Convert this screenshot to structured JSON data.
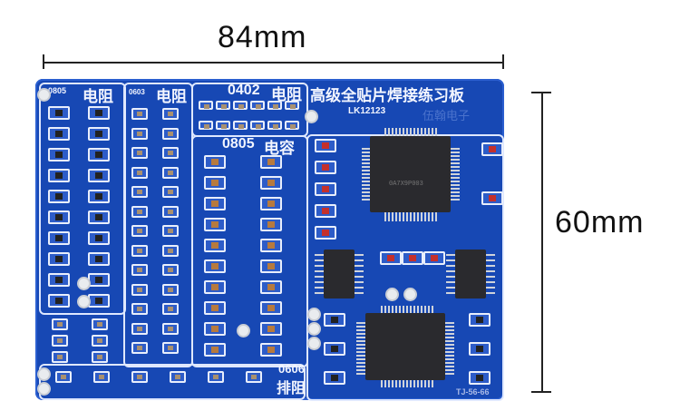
{
  "dimensions": {
    "width_label": "84mm",
    "height_label": "60mm"
  },
  "board": {
    "title": "高级全贴片焊接练习板",
    "model": "LK12123",
    "brand_watermark": "伍翰电子",
    "sections": {
      "res_0805": {
        "size": "0805",
        "name": "电阻"
      },
      "res_0603": {
        "size": "0603",
        "name": "电阻"
      },
      "res_0402": {
        "size": "0402",
        "name": "电阻"
      },
      "cap_0805": {
        "size": "0805",
        "name": "电容"
      },
      "array_0606": {
        "size": "0606",
        "name": "排阻"
      }
    },
    "footer_code": "TJ-56-66",
    "chip_marking": "0A7X9P003"
  },
  "colors": {
    "pcb": "#1748b4",
    "silkscreen": "#f2f5ff"
  }
}
